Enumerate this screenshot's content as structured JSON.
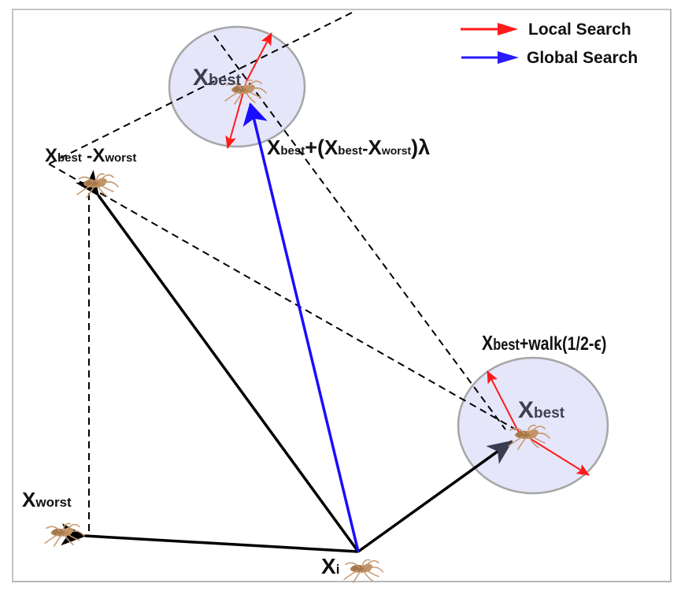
{
  "legend": {
    "items": [
      {
        "label": "Local Search",
        "color": "#ff1a1a",
        "icon": "red-arrow-icon"
      },
      {
        "label": "Global Search",
        "color": "#2a1aff",
        "icon": "blue-arrow-icon"
      }
    ]
  },
  "labels": {
    "xbest_top": {
      "main": "X",
      "sub": "best"
    },
    "xbest_minus_xworst": {
      "main1": "X",
      "sub1": "best",
      "op": " -",
      "main2": "X",
      "sub2": "worst"
    },
    "xbest_formula": {
      "main1": "X",
      "sub1": "best",
      "op1": "+(",
      "main2": "X",
      "sub2": "best",
      "op2": "-",
      "main3": "X",
      "sub3": "worst",
      "op3": ")λ"
    },
    "xbest_walk": {
      "main": "X",
      "sub": "best",
      "rest": "+walk(1/2-ϵ)"
    },
    "xbest_right": {
      "main": "X",
      "sub": "best"
    },
    "xworst": {
      "main": "X",
      "sub": "worst"
    },
    "xi": {
      "main": "X",
      "sub": "i"
    }
  },
  "colors": {
    "local_search": "#ff1a1a",
    "global_search": "#1a0dff",
    "circle_fill": "#e6e6fa",
    "circle_stroke": "#a6a6a6",
    "vector": "#000000",
    "vector_head_right": "#3a3d50",
    "spider": "#b88a5a"
  }
}
